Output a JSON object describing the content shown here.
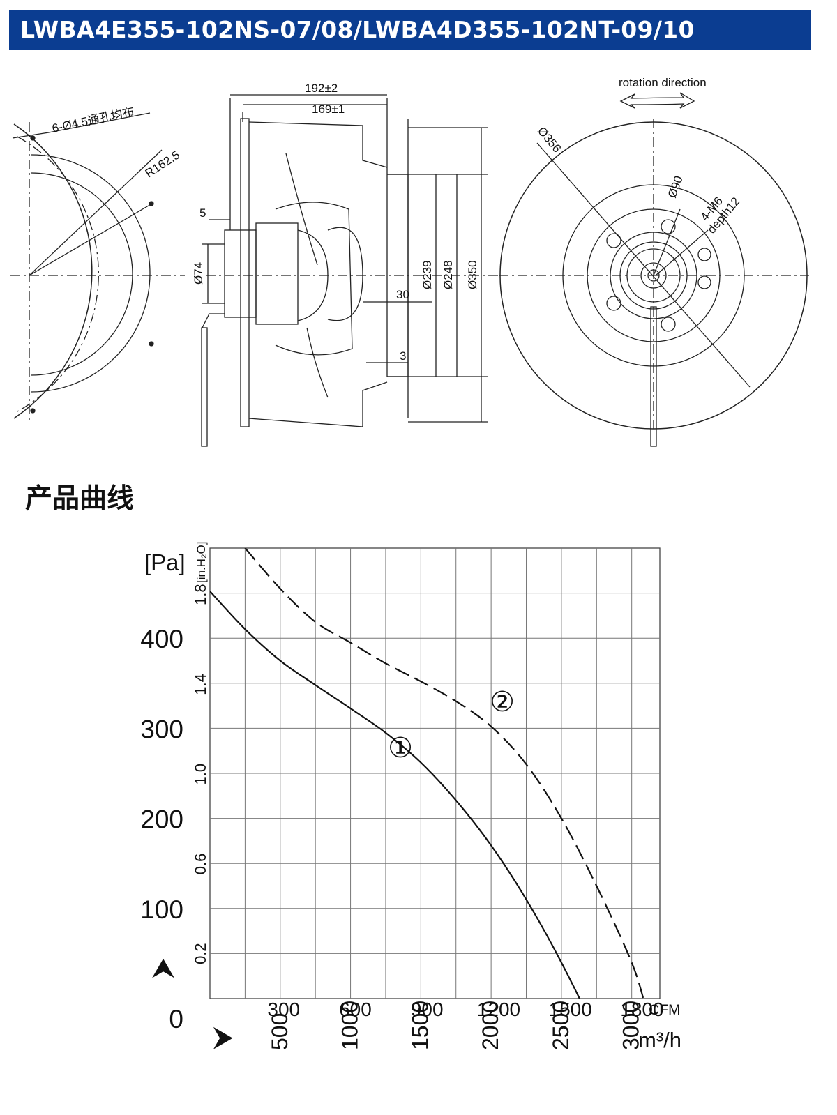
{
  "header": {
    "title": "LWBA4E355-102NS-07/08/LWBA4D355-102NT-09/10"
  },
  "drawing": {
    "holes_label": "6-Ø4.5通孔均布",
    "radius_label": "R162.5",
    "dim_192": "192±2",
    "dim_169": "169±1",
    "dim_5": "5",
    "dim_74": "Ø74",
    "dim_30": "30",
    "dim_3": "3",
    "dim_239": "Ø239",
    "dim_248": "Ø248",
    "dim_350": "Ø350",
    "rotation_label": "rotation direction",
    "dim_356": "Ø356",
    "dim_90": "Ø90",
    "thread_label": "4-M6",
    "depth_label": "depth12"
  },
  "section": {
    "title": "产品曲线"
  },
  "chart_data": {
    "type": "line",
    "y_unit_left": "[Pa]",
    "y_unit_right": "[in.H₂O]",
    "x_unit_top": "CFM",
    "x_unit_bottom": "m³/h",
    "ylim": [
      0,
      500
    ],
    "xlim_m3h": [
      0,
      3200
    ],
    "y_ticks_pa": [
      "0",
      "100",
      "200",
      "300",
      "400"
    ],
    "y_ticks_inh2o": [
      "0.2",
      "0.6",
      "1.0",
      "1.4",
      "1.8"
    ],
    "x_ticks_cfm": [
      "300",
      "600",
      "900",
      "1200",
      "1500",
      "1800"
    ],
    "x_ticks_m3h": [
      "500",
      "1000",
      "1500",
      "2000",
      "2500",
      "3000"
    ],
    "grid": true,
    "series": [
      {
        "name": "①",
        "style": "solid",
        "x": [
          0,
          250,
          500,
          750,
          1000,
          1250,
          1500,
          1750,
          2000,
          2250,
          2500,
          2750,
          2850
        ],
        "y": [
          452,
          410,
          375,
          348,
          322,
          295,
          262,
          220,
          170,
          110,
          40,
          -40,
          -80
        ]
      },
      {
        "name": "②",
        "style": "dashed",
        "x": [
          250,
          500,
          750,
          1000,
          1250,
          1500,
          1750,
          2000,
          2250,
          2500,
          2750,
          3000,
          3100
        ],
        "y": [
          500,
          455,
          418,
          395,
          372,
          352,
          330,
          302,
          260,
          200,
          125,
          40,
          -10
        ]
      }
    ],
    "arrow_y": "⮝",
    "arrow_x": "⮞"
  }
}
